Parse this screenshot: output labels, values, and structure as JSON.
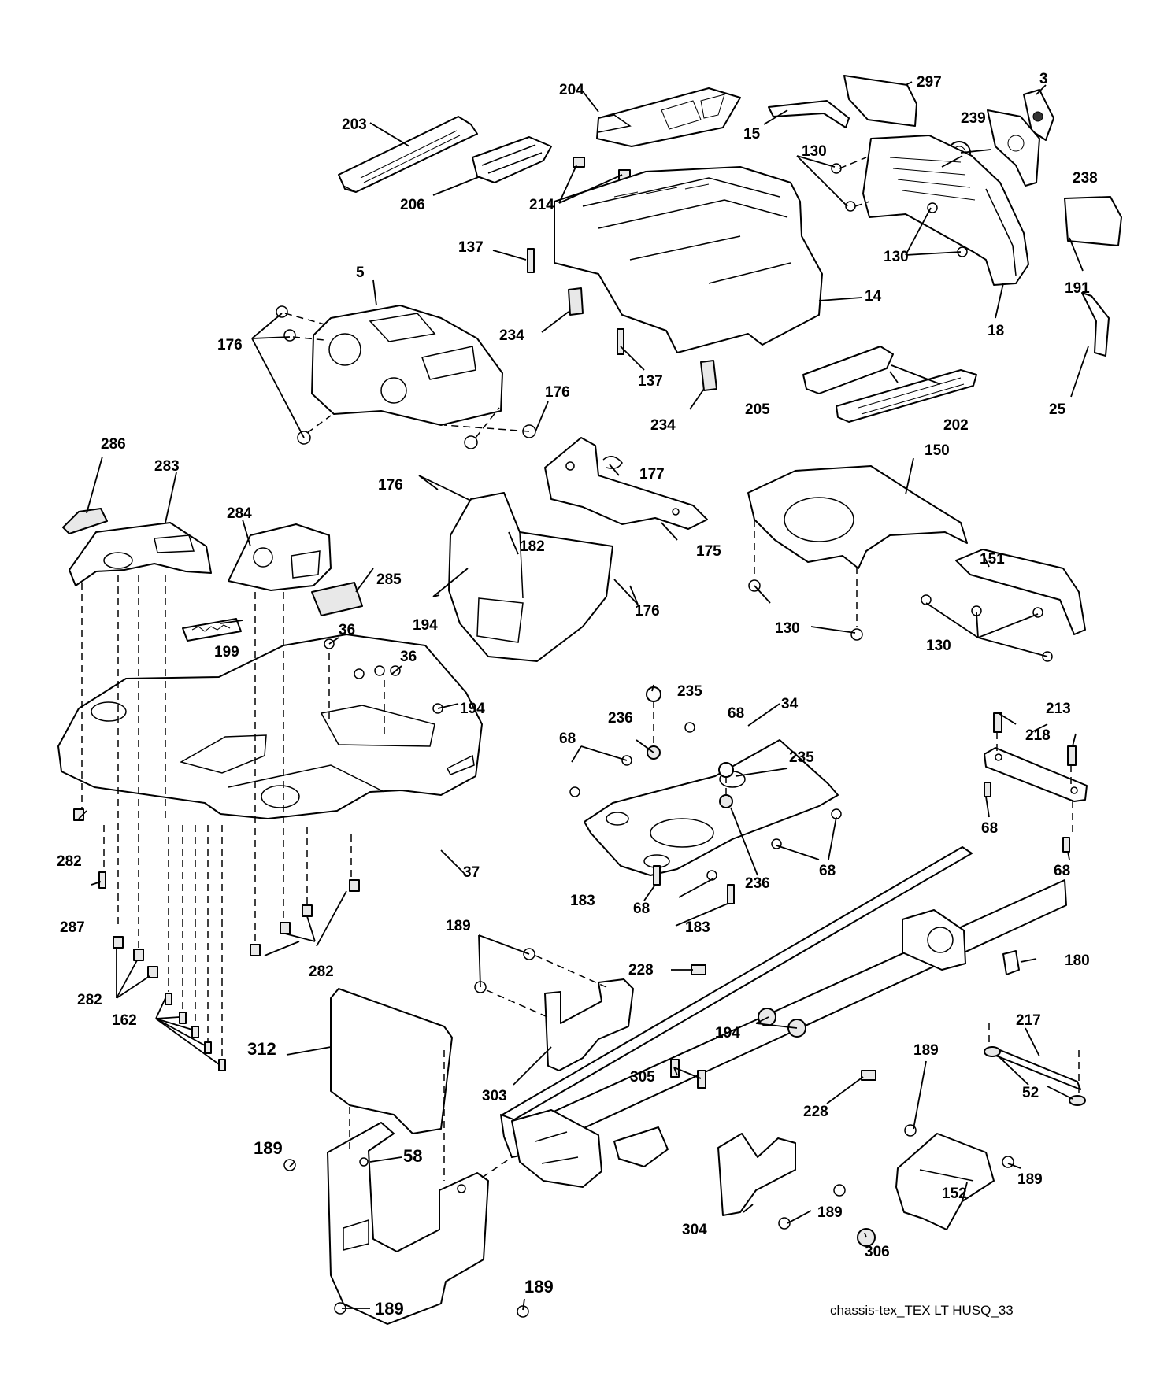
{
  "caption": "chassis-tex_TEX LT HUSQ_33",
  "callouts": [
    {
      "id": "c3",
      "text": "3"
    },
    {
      "id": "c5",
      "text": "5"
    },
    {
      "id": "c14",
      "text": "14"
    },
    {
      "id": "c15",
      "text": "15"
    },
    {
      "id": "c18",
      "text": "18"
    },
    {
      "id": "c25",
      "text": "25"
    },
    {
      "id": "c34",
      "text": "34"
    },
    {
      "id": "c36a",
      "text": "36"
    },
    {
      "id": "c36b",
      "text": "36"
    },
    {
      "id": "c37",
      "text": "37"
    },
    {
      "id": "c52",
      "text": "52"
    },
    {
      "id": "c58",
      "text": "58"
    },
    {
      "id": "c68a",
      "text": "68"
    },
    {
      "id": "c68b",
      "text": "68"
    },
    {
      "id": "c68c",
      "text": "68"
    },
    {
      "id": "c68d",
      "text": "68"
    },
    {
      "id": "c68e",
      "text": "68"
    },
    {
      "id": "c68f",
      "text": "68"
    },
    {
      "id": "c130a",
      "text": "130"
    },
    {
      "id": "c130b",
      "text": "130"
    },
    {
      "id": "c130c",
      "text": "130"
    },
    {
      "id": "c130d",
      "text": "130"
    },
    {
      "id": "c137a",
      "text": "137"
    },
    {
      "id": "c137b",
      "text": "137"
    },
    {
      "id": "c150",
      "text": "150"
    },
    {
      "id": "c151",
      "text": "151"
    },
    {
      "id": "c152",
      "text": "152"
    },
    {
      "id": "c162",
      "text": "162"
    },
    {
      "id": "c175",
      "text": "175"
    },
    {
      "id": "c176a",
      "text": "176"
    },
    {
      "id": "c176b",
      "text": "176"
    },
    {
      "id": "c176c",
      "text": "176"
    },
    {
      "id": "c176d",
      "text": "176"
    },
    {
      "id": "c177",
      "text": "177"
    },
    {
      "id": "c180",
      "text": "180"
    },
    {
      "id": "c182",
      "text": "182"
    },
    {
      "id": "c183a",
      "text": "183"
    },
    {
      "id": "c183b",
      "text": "183"
    },
    {
      "id": "c189a",
      "text": "189"
    },
    {
      "id": "c189b",
      "text": "189"
    },
    {
      "id": "c189c",
      "text": "189"
    },
    {
      "id": "c189d",
      "text": "189"
    },
    {
      "id": "c189e",
      "text": "189"
    },
    {
      "id": "c189f",
      "text": "189"
    },
    {
      "id": "c189g",
      "text": "189"
    },
    {
      "id": "c191",
      "text": "191"
    },
    {
      "id": "c194a",
      "text": "194"
    },
    {
      "id": "c194b",
      "text": "194"
    },
    {
      "id": "c194c",
      "text": "194"
    },
    {
      "id": "c199",
      "text": "199"
    },
    {
      "id": "c202",
      "text": "202"
    },
    {
      "id": "c203",
      "text": "203"
    },
    {
      "id": "c204",
      "text": "204"
    },
    {
      "id": "c205",
      "text": "205"
    },
    {
      "id": "c206",
      "text": "206"
    },
    {
      "id": "c213",
      "text": "213"
    },
    {
      "id": "c214",
      "text": "214"
    },
    {
      "id": "c217",
      "text": "217"
    },
    {
      "id": "c218",
      "text": "218"
    },
    {
      "id": "c228a",
      "text": "228"
    },
    {
      "id": "c228b",
      "text": "228"
    },
    {
      "id": "c234a",
      "text": "234"
    },
    {
      "id": "c234b",
      "text": "234"
    },
    {
      "id": "c235a",
      "text": "235"
    },
    {
      "id": "c235b",
      "text": "235"
    },
    {
      "id": "c236a",
      "text": "236"
    },
    {
      "id": "c236b",
      "text": "236"
    },
    {
      "id": "c238",
      "text": "238"
    },
    {
      "id": "c239",
      "text": "239"
    },
    {
      "id": "c282a",
      "text": "282"
    },
    {
      "id": "c282b",
      "text": "282"
    },
    {
      "id": "c282c",
      "text": "282"
    },
    {
      "id": "c283",
      "text": "283"
    },
    {
      "id": "c284",
      "text": "284"
    },
    {
      "id": "c285",
      "text": "285"
    },
    {
      "id": "c286",
      "text": "286"
    },
    {
      "id": "c287",
      "text": "287"
    },
    {
      "id": "c297",
      "text": "297"
    },
    {
      "id": "c303",
      "text": "303"
    },
    {
      "id": "c304",
      "text": "304"
    },
    {
      "id": "c305",
      "text": "305"
    },
    {
      "id": "c306",
      "text": "306"
    },
    {
      "id": "c312",
      "text": "312"
    }
  ]
}
